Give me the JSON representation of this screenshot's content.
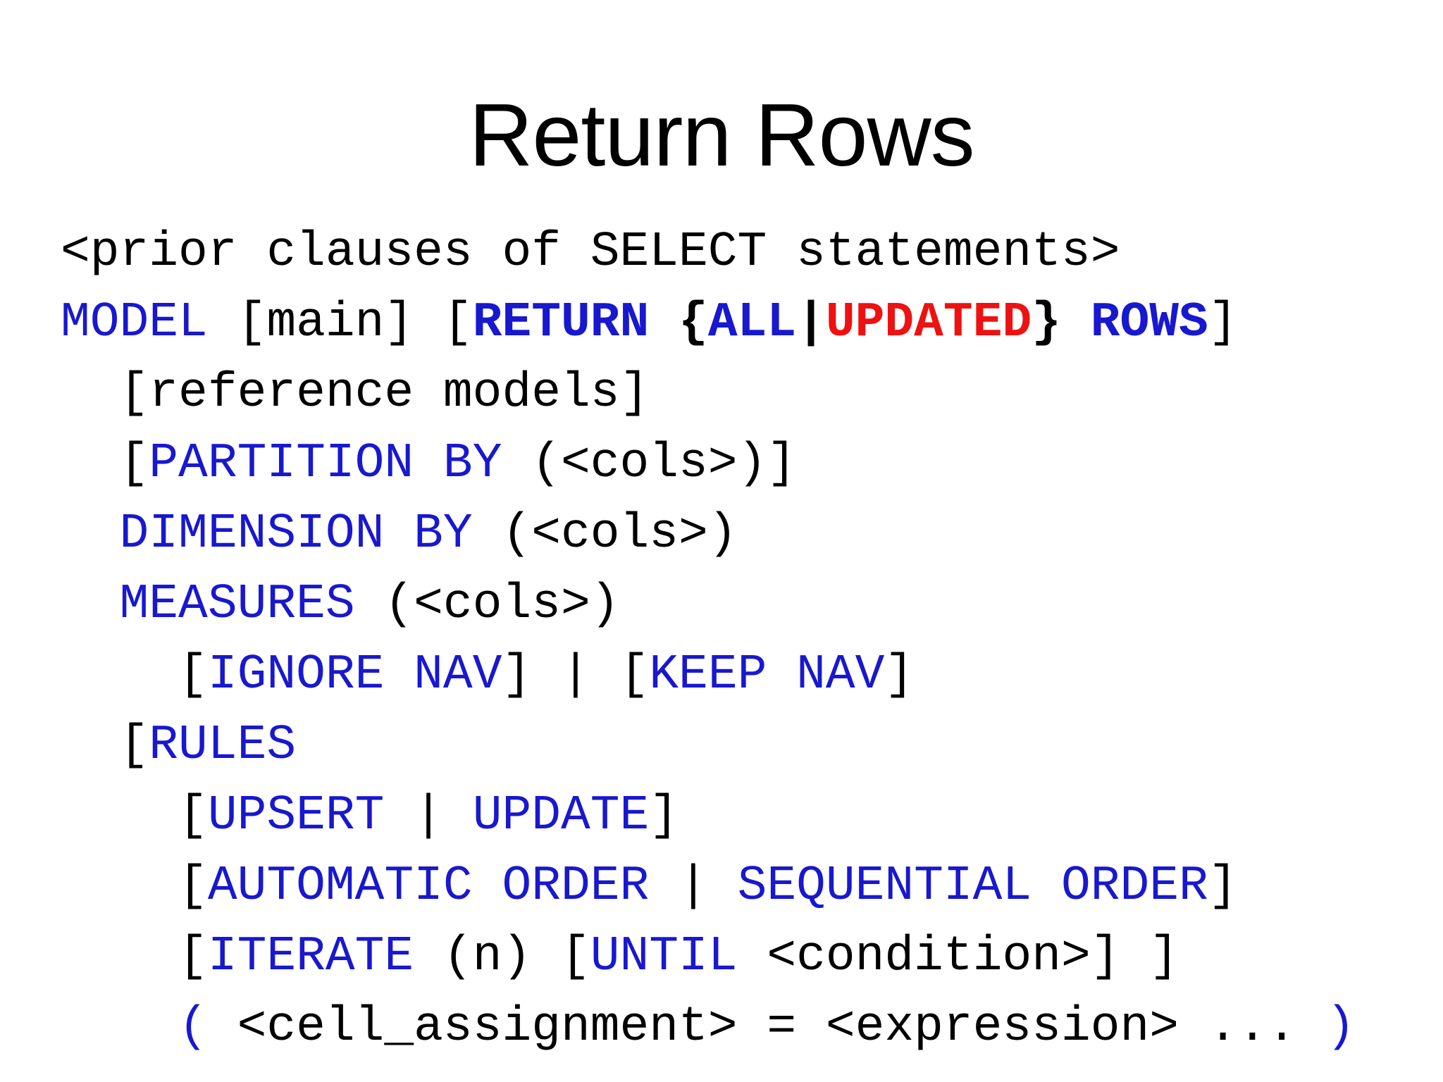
{
  "slide_title": "Return Rows",
  "palette": {
    "background": "#FFFFFF",
    "text": "#000000",
    "keyword_blue": "#1818CF",
    "highlight_red": "#EE1111"
  },
  "code_lines": [
    {
      "segments": [
        {
          "text": "<prior clauses of SELECT statements>",
          "color": "black",
          "bold": false
        }
      ]
    },
    {
      "segments": [
        {
          "text": "MODEL",
          "color": "blue",
          "bold": false
        },
        {
          "text": " [main] [",
          "color": "black",
          "bold": false
        },
        {
          "text": "RETURN ",
          "color": "blue",
          "bold": true
        },
        {
          "text": "{",
          "color": "black",
          "bold": true
        },
        {
          "text": "ALL",
          "color": "blue",
          "bold": true
        },
        {
          "text": "|",
          "color": "black",
          "bold": true
        },
        {
          "text": "UPDATED",
          "color": "red",
          "bold": true
        },
        {
          "text": "}",
          "color": "black",
          "bold": true
        },
        {
          "text": " ",
          "color": "black",
          "bold": false
        },
        {
          "text": "ROWS",
          "color": "blue",
          "bold": true
        },
        {
          "text": "]",
          "color": "black",
          "bold": false
        }
      ]
    },
    {
      "segments": [
        {
          "text": "  [reference models]",
          "color": "black",
          "bold": false
        }
      ]
    },
    {
      "segments": [
        {
          "text": "  [",
          "color": "black",
          "bold": false
        },
        {
          "text": "PARTITION BY",
          "color": "blue",
          "bold": false
        },
        {
          "text": " (<cols>)]",
          "color": "black",
          "bold": false
        }
      ]
    },
    {
      "segments": [
        {
          "text": "  ",
          "color": "black",
          "bold": false
        },
        {
          "text": "DIMENSION BY",
          "color": "blue",
          "bold": false
        },
        {
          "text": " (<cols>)",
          "color": "black",
          "bold": false
        }
      ]
    },
    {
      "segments": [
        {
          "text": "  ",
          "color": "black",
          "bold": false
        },
        {
          "text": "MEASURES",
          "color": "blue",
          "bold": false
        },
        {
          "text": " (<cols>)",
          "color": "black",
          "bold": false
        }
      ]
    },
    {
      "segments": [
        {
          "text": "    [",
          "color": "black",
          "bold": false
        },
        {
          "text": "IGNORE NAV",
          "color": "blue",
          "bold": false
        },
        {
          "text": "] | [",
          "color": "black",
          "bold": false
        },
        {
          "text": "KEEP NAV",
          "color": "blue",
          "bold": false
        },
        {
          "text": "]",
          "color": "black",
          "bold": false
        }
      ]
    },
    {
      "segments": [
        {
          "text": "  [",
          "color": "black",
          "bold": false
        },
        {
          "text": "RULES",
          "color": "blue",
          "bold": false
        }
      ]
    },
    {
      "segments": [
        {
          "text": "    [",
          "color": "black",
          "bold": false
        },
        {
          "text": "UPSERT",
          "color": "blue",
          "bold": false
        },
        {
          "text": " | ",
          "color": "black",
          "bold": false
        },
        {
          "text": "UPDATE",
          "color": "blue",
          "bold": false
        },
        {
          "text": "]",
          "color": "black",
          "bold": false
        }
      ]
    },
    {
      "segments": [
        {
          "text": "    [",
          "color": "black",
          "bold": false
        },
        {
          "text": "AUTOMATIC ORDER",
          "color": "blue",
          "bold": false
        },
        {
          "text": " | ",
          "color": "black",
          "bold": false
        },
        {
          "text": "SEQUENTIAL ORDER",
          "color": "blue",
          "bold": false
        },
        {
          "text": "]",
          "color": "black",
          "bold": false
        }
      ]
    },
    {
      "segments": [
        {
          "text": "    [",
          "color": "black",
          "bold": false
        },
        {
          "text": "ITERATE",
          "color": "blue",
          "bold": false
        },
        {
          "text": " (n) [",
          "color": "black",
          "bold": false
        },
        {
          "text": "UNTIL",
          "color": "blue",
          "bold": false
        },
        {
          "text": " <condition>] ]",
          "color": "black",
          "bold": false
        }
      ]
    },
    {
      "segments": [
        {
          "text": "    ",
          "color": "black",
          "bold": false
        },
        {
          "text": "(",
          "color": "blue",
          "bold": false
        },
        {
          "text": " <cell_assignment> = <expression> ... ",
          "color": "black",
          "bold": false
        },
        {
          "text": ")",
          "color": "blue",
          "bold": false
        }
      ]
    }
  ]
}
